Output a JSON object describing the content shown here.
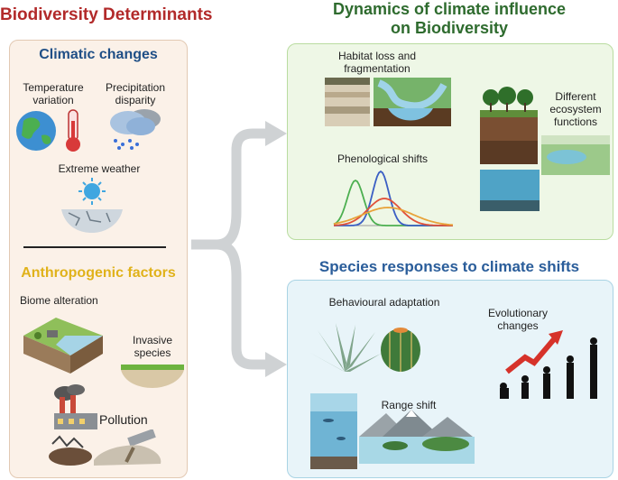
{
  "left": {
    "heading": "Biodiversity Determinants",
    "climatic_title": "Climatic changes",
    "temperature_label": "Temperature variation",
    "precipitation_label": "Precipitation disparity",
    "extreme_label": "Extreme weather",
    "anthro_title": "Anthropogenic factors",
    "biome_label": "Biome alteration",
    "invasive_label": "Invasive species",
    "pollution_label": "Pollution"
  },
  "dynamics": {
    "title_line1": "Dynamics of climate influence",
    "title_line2": "on Biodiversity",
    "habitat_label": "Habitat loss and fragmentation",
    "phenology_label": "Phenological shifts",
    "ecosystem_label": "Different ecosystem functions"
  },
  "responses": {
    "title": "Species responses to climate shifts",
    "behaviour_label": "Behavioural adaptation",
    "evolution_label": "Evolutionary changes",
    "range_label": "Range shift"
  },
  "colors": {
    "red_title": "#b22a2a",
    "green_title": "#2e6b2e",
    "blue_title": "#2a5d9a",
    "yellow_title": "#e0b21a",
    "arrow_gray": "#cfd2d4",
    "phenology_green": "#4caf50",
    "phenology_blue": "#3b5fc4",
    "phenology_red": "#e0503a",
    "phenology_orange": "#e8a33a"
  }
}
